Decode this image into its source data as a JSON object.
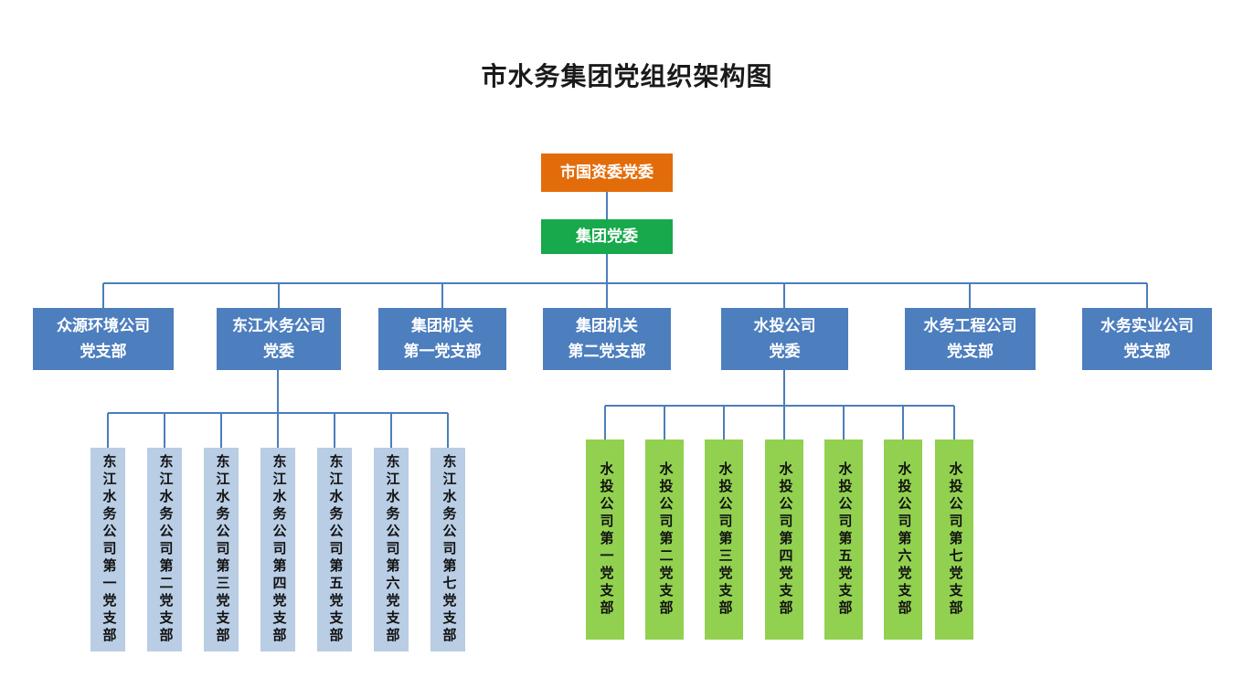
{
  "title": "市水务集团党组织架构图",
  "colors": {
    "root_box": "#E36C0A",
    "committee_box": "#17A94B",
    "level3_box": "#4D7EBE",
    "dongjiang_box": "#B9CDE4",
    "shuitou_box": "#92D050",
    "connector": "#4A7EBB",
    "title_text": "#1A1A1A",
    "box_text": "#FFFFFF",
    "branch_text": "#111111"
  },
  "tree": {
    "root": {
      "label": "市国资委党委"
    },
    "committee": {
      "label": "集团党委"
    },
    "level3": [
      {
        "line1": "众源环境公司",
        "line2": "党支部"
      },
      {
        "line1": "东江水务公司",
        "line2": "党委"
      },
      {
        "line1": "集团机关",
        "line2": "第一党支部"
      },
      {
        "line1": "集团机关",
        "line2": "第二党支部"
      },
      {
        "line1": "水投公司",
        "line2": "党委"
      },
      {
        "line1": "水务工程公司",
        "line2": "党支部"
      },
      {
        "line1": "水务实业公司",
        "line2": "党支部"
      }
    ],
    "dongjiang_branches": [
      "东江水务公司第一党支部",
      "东江水务公司第二党支部",
      "东江水务公司第三党支部",
      "东江水务公司第四党支部",
      "东江水务公司第五党支部",
      "东江水务公司第六党支部",
      "东江水务公司第七党支部"
    ],
    "shuitou_branches": [
      "水投公司第一党支部",
      "水投公司第二党支部",
      "水投公司第三党支部",
      "水投公司第四党支部",
      "水投公司第五党支部",
      "水投公司第六党支部",
      "水投公司第七党支部"
    ]
  }
}
